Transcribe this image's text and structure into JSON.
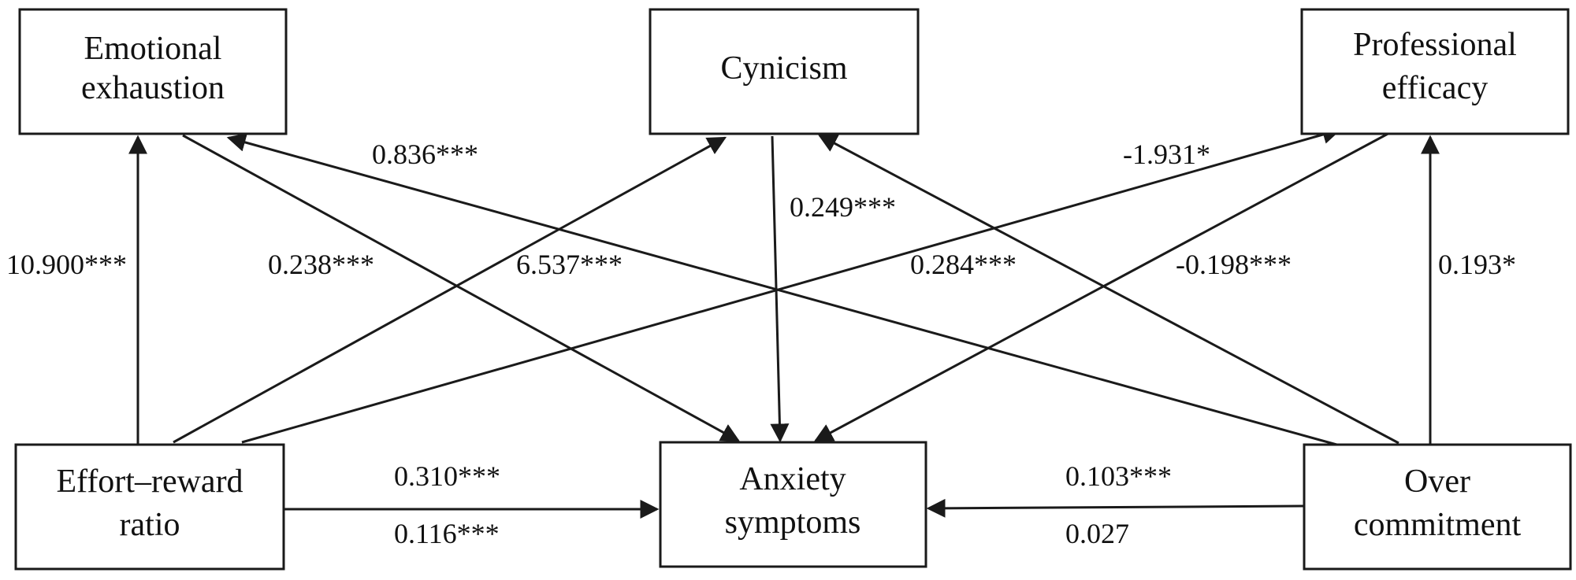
{
  "nodes": {
    "emotional_exhaustion": {
      "line1": "Emotional",
      "line2": "exhaustion"
    },
    "cynicism": {
      "line1": "Cynicism"
    },
    "professional_efficacy": {
      "line1": "Professional",
      "line2": "efficacy"
    },
    "effort_reward_ratio": {
      "line1": "Effort–reward",
      "line2": "ratio"
    },
    "anxiety_symptoms": {
      "line1": "Anxiety",
      "line2": "symptoms"
    },
    "over_commitment": {
      "line1": "Over",
      "line2": "commitment"
    }
  },
  "paths": {
    "eri_to_ee": "10.900***",
    "ee_to_anx": "0.238***",
    "eri_to_cyn": "6.537***",
    "oc_to_ee": "0.836***",
    "cyn_to_anx": "0.249***",
    "eri_to_pe": "-1.931*",
    "oc_to_cyn": "0.284***",
    "pe_to_anx": "-0.198***",
    "oc_to_pe": "0.193*",
    "eri_to_anx_total": "0.310***",
    "eri_to_anx_direct": "0.116***",
    "oc_to_anx_total": "0.103***",
    "oc_to_anx_direct": "0.027"
  }
}
